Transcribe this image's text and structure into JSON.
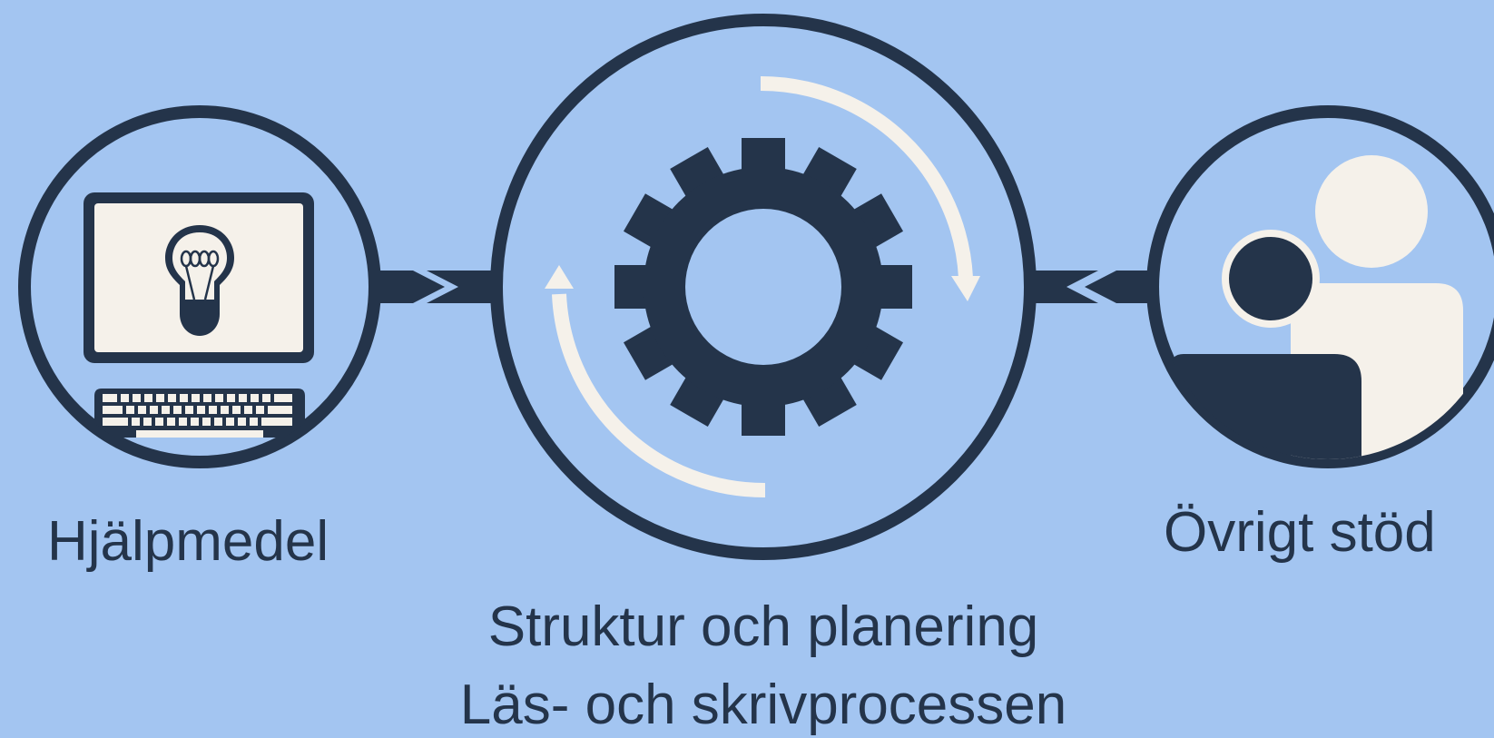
{
  "labels": {
    "left": "Hjälpmedel",
    "right": "Övrigt stöd",
    "center_line1": "Struktur och planering",
    "center_line2": "Läs- och skrivprocessen"
  },
  "colors": {
    "background": "#a3c5f1",
    "dark": "#24344a",
    "light": "#f5f1ea"
  },
  "icons": {
    "left": "computer-lightbulb-icon",
    "center": "gear-cycle-icon",
    "right": "people-icon"
  }
}
